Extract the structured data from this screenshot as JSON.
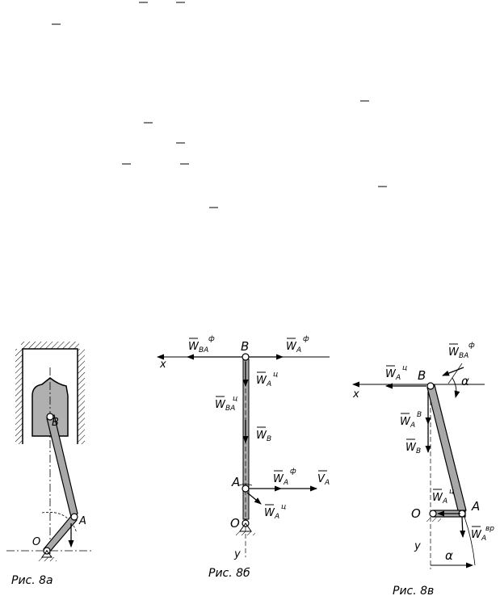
{
  "figures": [
    {
      "caption": "Рис. 8а",
      "points": {
        "B": "B",
        "A": "A",
        "O": "O"
      }
    },
    {
      "caption": "Рис. 8б",
      "axes": {
        "x": "x",
        "y": "y"
      },
      "points": {
        "B": "B",
        "A": "A",
        "O": "O"
      },
      "vectors": {
        "w_ba_phi": {
          "base": "W",
          "sub": "BA",
          "sup": "ф"
        },
        "w_a_phi_top": {
          "base": "W",
          "sub": "A",
          "sup": "ф"
        },
        "w_a_ch_top": {
          "base": "W",
          "sub": "A",
          "sup": "ц"
        },
        "w_ba_ch": {
          "base": "W",
          "sub": "BA",
          "sup": "ц"
        },
        "w_b": {
          "base": "W",
          "sub": "B",
          "sup": ""
        },
        "w_a_phi": {
          "base": "W",
          "sub": "A",
          "sup": "ф"
        },
        "v_a": {
          "base": "V",
          "sub": "A",
          "sup": ""
        },
        "w_a_ch": {
          "base": "W",
          "sub": "A",
          "sup": "ц"
        }
      }
    },
    {
      "caption": "Рис. 8в",
      "axes": {
        "x": "x",
        "y": "y"
      },
      "angle": "α",
      "points": {
        "B": "B",
        "A": "A",
        "O": "O"
      },
      "vectors": {
        "w_ba_phi": {
          "base": "W",
          "sub": "BA",
          "sup": "ф"
        },
        "w_a_ch": {
          "base": "W",
          "sub": "A",
          "sup": "ц"
        },
        "w_ba": {
          "base": "W",
          "sub": "A",
          "sup": "B"
        },
        "w_b": {
          "base": "W",
          "sub": "B",
          "sup": ""
        },
        "w_a_ch2": {
          "base": "W",
          "sub": "A",
          "sup": "ц"
        },
        "w_a_bp": {
          "base": "W",
          "sub": "A",
          "sup": "вр"
        }
      }
    }
  ],
  "colors": {
    "line": "#000000",
    "link_fill": "#a8a8a8",
    "hatch": "#000000"
  }
}
